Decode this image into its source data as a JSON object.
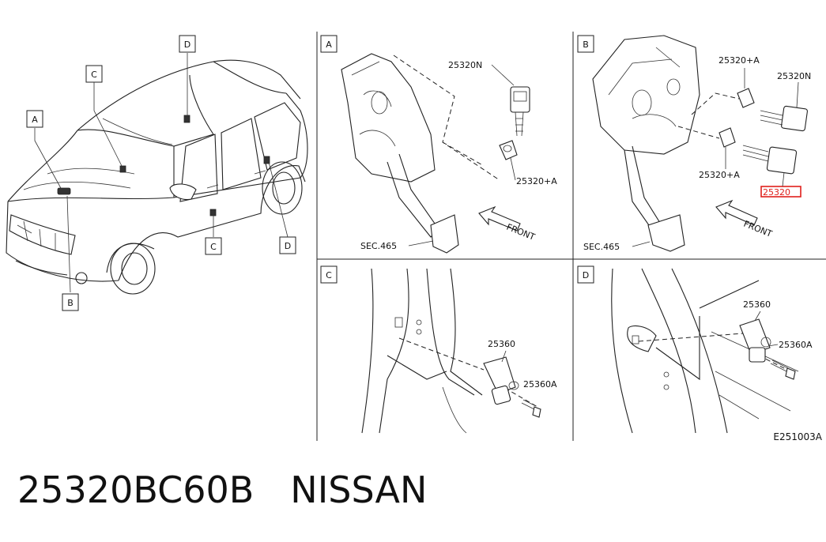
{
  "callouts": {
    "car": {
      "a": "A",
      "b": "B",
      "c": "C",
      "d": "D"
    },
    "panels": {
      "a": "A",
      "b": "B",
      "c": "C",
      "d": "D"
    }
  },
  "panel_a": {
    "part_switch": "25320N",
    "part_clip": "25320+A",
    "section": "SEC.465",
    "front": "FRONT"
  },
  "panel_b": {
    "part_clip_top": "25320+A",
    "part_switch": "25320N",
    "part_clip_bottom": "25320+A",
    "part_highlighted": "25320",
    "section": "SEC.465",
    "front": "FRONT"
  },
  "panel_c": {
    "part_switch": "25360",
    "part_bolt": "25360A"
  },
  "panel_d": {
    "part_switch": "25360",
    "part_bolt": "25360A"
  },
  "diagram_code": "E251003A",
  "footer": {
    "part_number": "25320BC60B",
    "brand": "NISSAN"
  },
  "colors": {
    "highlight": "#e0201c",
    "line": "#222222"
  }
}
